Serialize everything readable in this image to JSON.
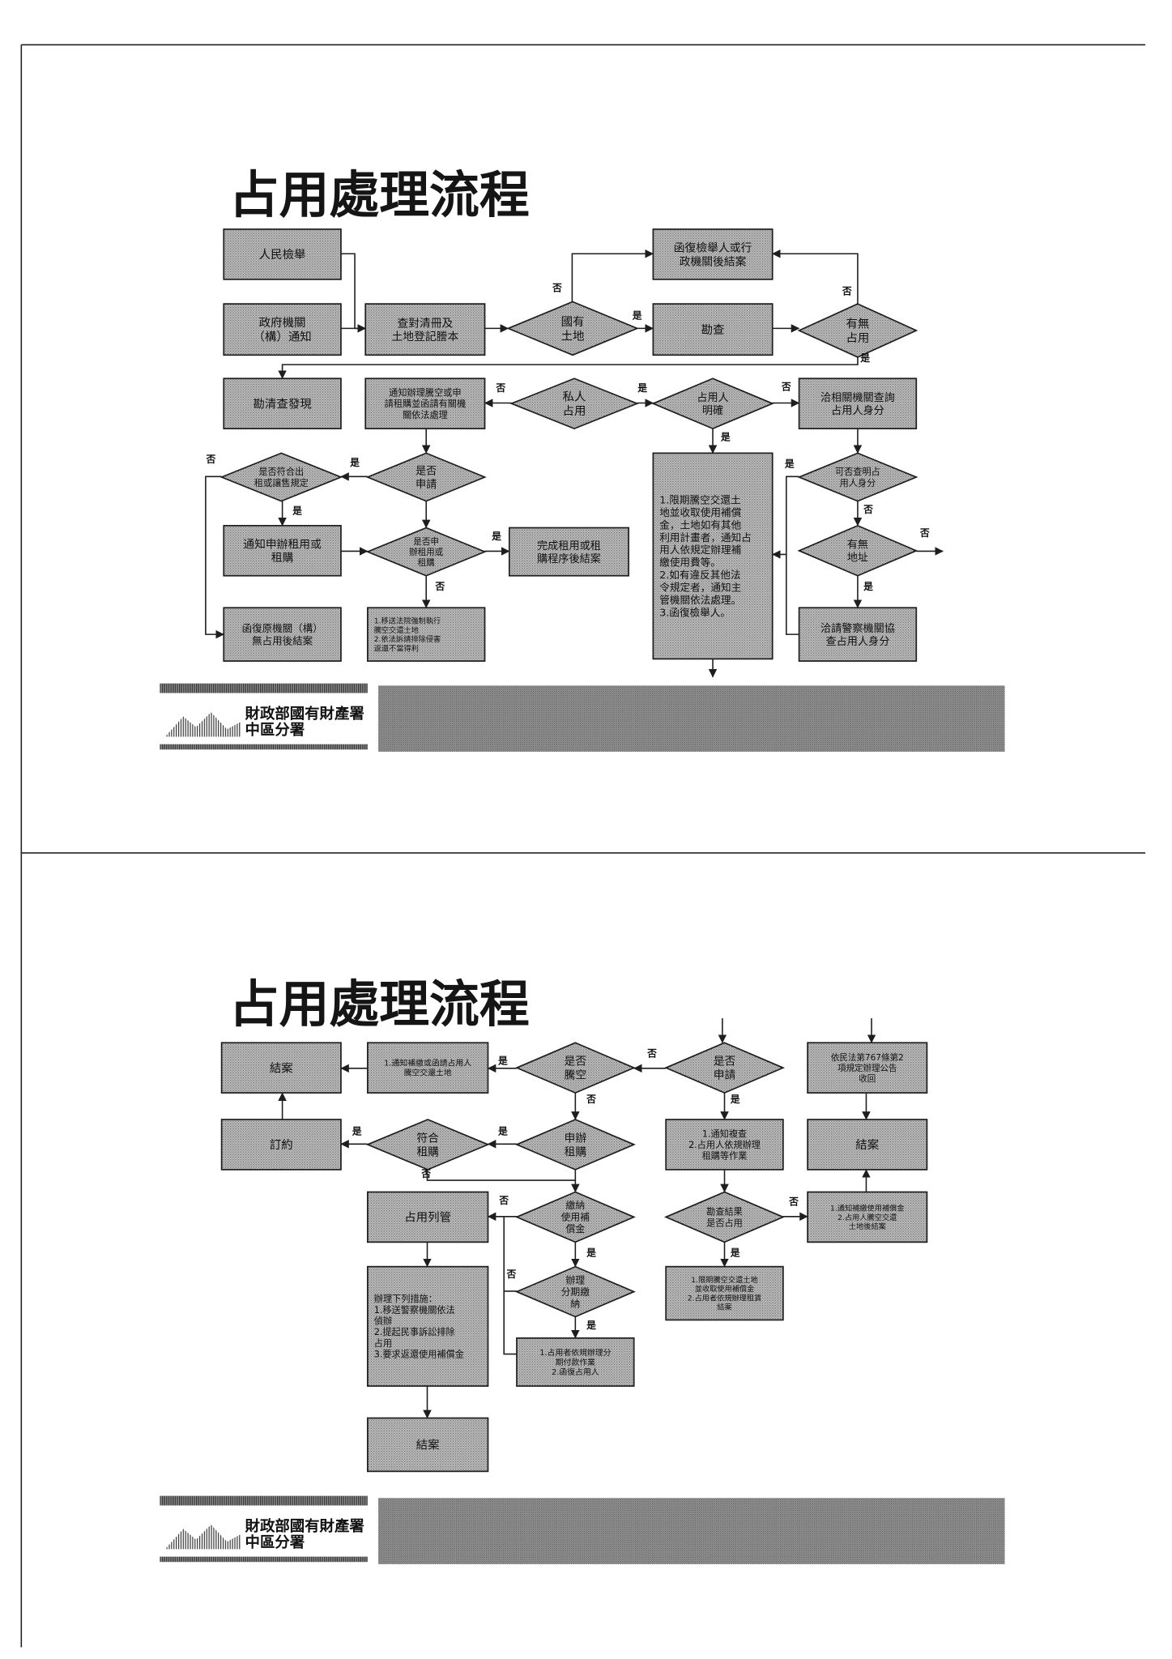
{
  "slide1": {
    "title": "占用處理流程",
    "nodes": {
      "report": [
        "人民檢舉"
      ],
      "reply": [
        "函復檢舉人或行",
        "政機關後結案"
      ],
      "govnotice": [
        "政府機關",
        "（構）通知"
      ],
      "check": [
        "查對清冊及",
        "土地登記謄本"
      ],
      "national": [
        "國有",
        "土地"
      ],
      "survey": [
        "勘查"
      ],
      "occupied": [
        "有無",
        "占用"
      ],
      "inventory": [
        "勘清查發現"
      ],
      "notify": [
        "通知辦理騰空或申",
        "請租購並函請有關機",
        "關依法處理"
      ],
      "private": [
        "私人",
        "占用"
      ],
      "known": [
        "占用人",
        "明確"
      ],
      "inquire": [
        "洽相關機關查詢",
        "占用人身分"
      ],
      "eligible": [
        "是否符合出",
        "租或讓售規定"
      ],
      "apply": [
        "是否",
        "申請"
      ],
      "recover": [
        "1.限期騰空交還土",
        "地並收取使用補償",
        "金，土地如有其他",
        "利用計畫者，通知占",
        "用人依規定辦理補",
        "繳使用費等。",
        "2.如有違反其他法",
        "令規定者，通知主",
        "管機關依法處理。",
        "3.函復檢舉人。"
      ],
      "identify": [
        "可否查明占",
        "用人身分"
      ],
      "notifyapply": [
        "通知申辦租用或",
        "租購"
      ],
      "applied": [
        "是否申",
        "辦租用或",
        "租購"
      ],
      "done": [
        "完成租用或租",
        "購程序後結案"
      ],
      "address": [
        "有無",
        "地址"
      ],
      "replyorg": [
        "函復原機關（構）",
        "無占用後結案"
      ],
      "legal": [
        "1.移送法院強制執行",
        "騰空交還土地",
        "2.依法訴請排除侵害",
        "返還不當得利"
      ],
      "police": [
        "洽請警察機關協",
        "查占用人身分"
      ]
    }
  },
  "slide2": {
    "title": "占用處理流程",
    "nodes": {
      "close1": [
        "結案"
      ],
      "notifyvacate": [
        "1.通知補繳或函請占用人",
        "騰空交還土地"
      ],
      "vacated": [
        "是否",
        "騰空"
      ],
      "applied": [
        "是否",
        "申請"
      ],
      "civil": [
        "依民法第767條第2",
        "項規定辦理公告",
        "收回"
      ],
      "contract": [
        "訂約"
      ],
      "qualify": [
        "符合",
        "租購"
      ],
      "applylease": [
        "申辦",
        "租購"
      ],
      "notify2": [
        "1.通知複查",
        "2.占用人依規辦理",
        "租購等作業"
      ],
      "close2": [
        "結案"
      ],
      "listed": [
        "占用列管"
      ],
      "paid": [
        "繳納",
        "使用補",
        "償金"
      ],
      "surveyresult": [
        "勘查結果",
        "是否占用"
      ],
      "notify3": [
        "1.通知補繳使用補償金",
        "2.占用人騰空交還",
        "土地後結案"
      ],
      "measures": [
        "辦理下列措施：",
        "1.移送警察機關依法",
        "偵辦",
        "2.提起民事訴訟排除",
        "占用",
        "3.要求返還使用補償金"
      ],
      "installment": [
        "辦理",
        "分期繳",
        "納"
      ],
      "result": [
        "1.限期騰空交還土地",
        "並收取使用補償金",
        "2.占用者依規辦理租賃",
        "結案"
      ],
      "plan": [
        "1.占用者依規辦理分",
        "期付款作業",
        "2.函復占用人"
      ],
      "close3": [
        "結案"
      ]
    }
  },
  "labels": {
    "yes": "是",
    "no": "否"
  },
  "footer": {
    "org": "財政部國有財產署",
    "branch": "中區分署"
  }
}
